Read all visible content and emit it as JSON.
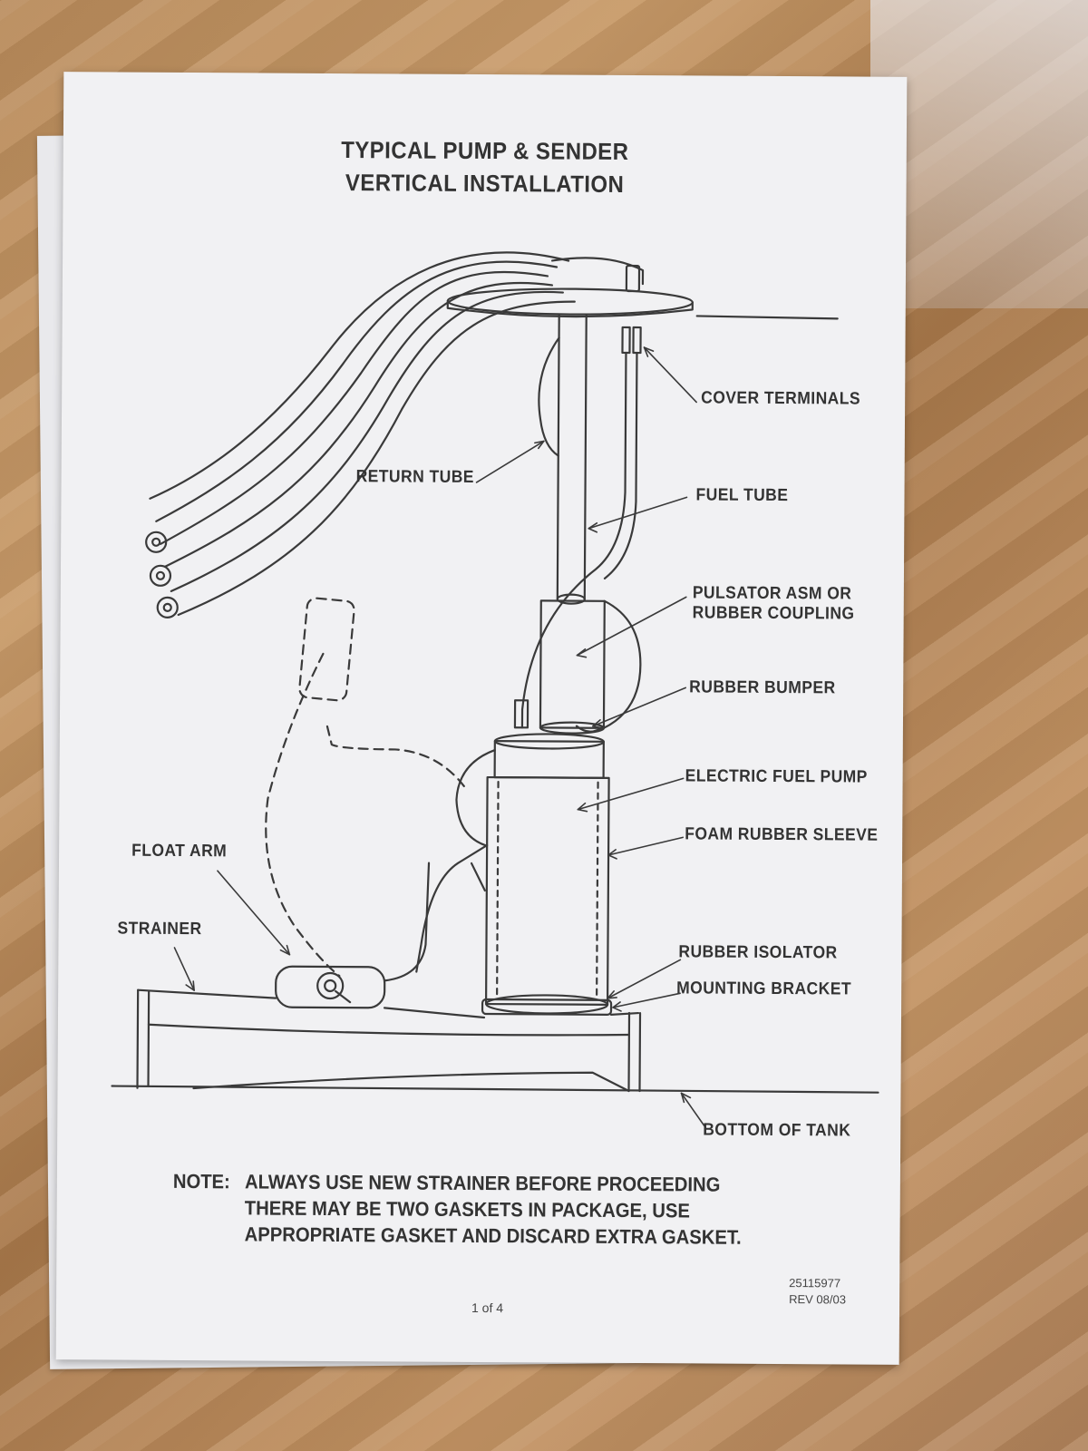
{
  "document": {
    "title_line1": "TYPICAL PUMP & SENDER",
    "title_line2": "VERTICAL INSTALLATION",
    "labels": {
      "cover_terminals": "COVER TERMINALS",
      "return_tube": "RETURN TUBE",
      "fuel_tube": "FUEL TUBE",
      "pulsator_line1": "PULSATOR ASM OR",
      "pulsator_line2": "RUBBER COUPLING",
      "rubber_bumper": "RUBBER BUMPER",
      "electric_fuel_pump": "ELECTRIC FUEL PUMP",
      "foam_rubber_sleeve": "FOAM RUBBER SLEEVE",
      "float_arm": "FLOAT ARM",
      "strainer": "STRAINER",
      "rubber_isolator": "RUBBER ISOLATOR",
      "mounting_bracket": "MOUNTING BRACKET",
      "bottom_of_tank": "BOTTOM OF TANK"
    },
    "note": {
      "prefix": "NOTE:",
      "line1": "ALWAYS USE NEW STRAINER BEFORE PROCEEDING",
      "line2": "THERE MAY BE TWO GASKETS IN PACKAGE, USE",
      "line3": "APPROPRIATE GASKET AND DISCARD EXTRA GASKET."
    },
    "page_number": "1 of 4",
    "doc_number": "25115977",
    "revision": "REV 08/03"
  }
}
